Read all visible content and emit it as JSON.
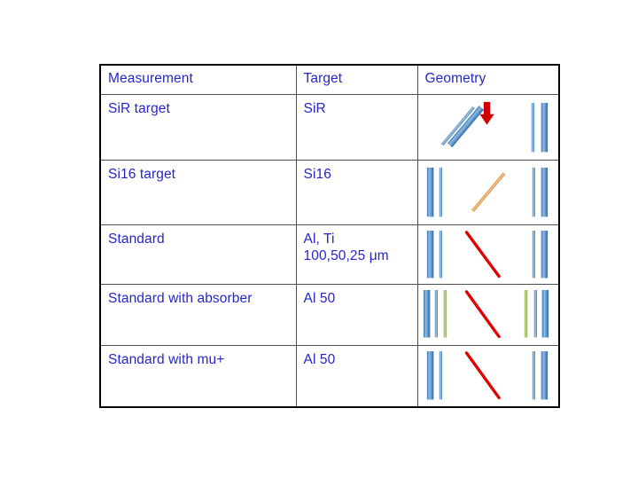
{
  "slide": {
    "background": "#ffffff"
  },
  "table": {
    "text_color": "#2626c8",
    "border_color": "#000000",
    "grid_color": "#4d4d4d",
    "columns": [
      {
        "key": "measurement",
        "header": "Measurement"
      },
      {
        "key": "target",
        "header": "Target"
      },
      {
        "key": "geometry",
        "header": "Geometry"
      }
    ],
    "rows": [
      {
        "measurement": "SiR target",
        "target": "SiR",
        "geometry": {
          "name": "sir-target-geometry",
          "description": "Two parallel tilted blue detector bars with a red downward beam arrow and a pair of upright blue bars at right",
          "elements": [
            {
              "type": "bar",
              "orientation": "diagonal",
              "color": "#5b9bd5",
              "width": "thin"
            },
            {
              "type": "bar",
              "orientation": "diagonal",
              "color": "#5b9bd5",
              "width": "thick"
            },
            {
              "type": "arrow",
              "direction": "down",
              "color": "#cc0000"
            },
            {
              "type": "bar",
              "orientation": "vertical",
              "color": "#5b9bd5",
              "width": "thin"
            },
            {
              "type": "bar",
              "orientation": "vertical",
              "color": "#5b9bd5",
              "width": "thick"
            }
          ]
        }
      },
      {
        "measurement": "Si16 target",
        "target": "Si16",
        "geometry": {
          "name": "si16-target-geometry",
          "description": "Upright blue bar pairs on both sides with a tan diagonal target bar in the middle",
          "elements": [
            {
              "type": "bar",
              "orientation": "vertical",
              "color": "#5b9bd5",
              "width": "thick"
            },
            {
              "type": "bar",
              "orientation": "vertical",
              "color": "#5b9bd5",
              "width": "thin"
            },
            {
              "type": "bar",
              "orientation": "diagonal",
              "color": "#e8a86a",
              "width": "thin"
            },
            {
              "type": "bar",
              "orientation": "vertical",
              "color": "#5b9bd5",
              "width": "thin"
            },
            {
              "type": "bar",
              "orientation": "vertical",
              "color": "#5b9bd5",
              "width": "thick"
            }
          ]
        }
      },
      {
        "measurement": "Standard",
        "target": "Al, Ti\n100,50,25 μm",
        "geometry": {
          "name": "standard-geometry",
          "description": "Upright blue bar pairs on both sides with a red diagonal target line in the middle",
          "elements": [
            {
              "type": "bar",
              "orientation": "vertical",
              "color": "#5b9bd5",
              "width": "thick"
            },
            {
              "type": "bar",
              "orientation": "vertical",
              "color": "#5b9bd5",
              "width": "thin"
            },
            {
              "type": "line",
              "orientation": "diagonal",
              "color": "#e00000"
            },
            {
              "type": "bar",
              "orientation": "vertical",
              "color": "#5b9bd5",
              "width": "thin"
            },
            {
              "type": "bar",
              "orientation": "vertical",
              "color": "#5b9bd5",
              "width": "thick"
            }
          ]
        }
      },
      {
        "measurement": "Standard with absorber",
        "target": "Al 50",
        "geometry": {
          "name": "standard-with-absorber-geometry",
          "description": "Blue bar pairs plus a green absorber bar on each side, red diagonal target line in the middle",
          "elements": [
            {
              "type": "bar",
              "orientation": "vertical",
              "color": "#5b9bd5",
              "width": "thick"
            },
            {
              "type": "bar",
              "orientation": "vertical",
              "color": "#5b9bd5",
              "width": "thin"
            },
            {
              "type": "bar",
              "orientation": "vertical",
              "color": "#9ac25a",
              "width": "thin"
            },
            {
              "type": "line",
              "orientation": "diagonal",
              "color": "#e00000"
            },
            {
              "type": "bar",
              "orientation": "vertical",
              "color": "#9ac25a",
              "width": "thin"
            },
            {
              "type": "bar",
              "orientation": "vertical",
              "color": "#5b9bd5",
              "width": "thin"
            },
            {
              "type": "bar",
              "orientation": "vertical",
              "color": "#5b9bd5",
              "width": "thick"
            }
          ]
        }
      },
      {
        "measurement": "Standard with mu+",
        "target": "Al 50",
        "geometry": {
          "name": "standard-with-mu-plus-geometry",
          "description": "Upright blue bar pairs on both sides with a red diagonal target line in the middle",
          "elements": [
            {
              "type": "bar",
              "orientation": "vertical",
              "color": "#5b9bd5",
              "width": "thick"
            },
            {
              "type": "bar",
              "orientation": "vertical",
              "color": "#5b9bd5",
              "width": "thin"
            },
            {
              "type": "line",
              "orientation": "diagonal",
              "color": "#e00000"
            },
            {
              "type": "bar",
              "orientation": "vertical",
              "color": "#5b9bd5",
              "width": "thin"
            },
            {
              "type": "bar",
              "orientation": "vertical",
              "color": "#5b9bd5",
              "width": "thick"
            }
          ]
        }
      }
    ]
  }
}
